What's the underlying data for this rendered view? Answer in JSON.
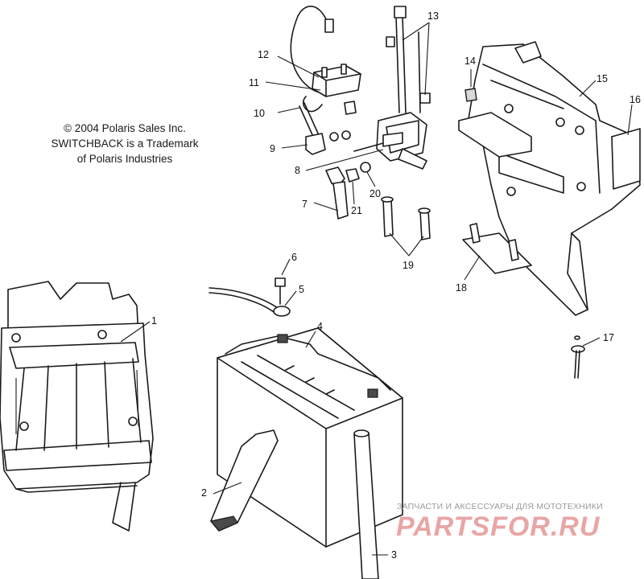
{
  "notice": {
    "line1": "© 2004 Polaris Sales Inc.",
    "line2": "SWITCHBACK is a Trademark",
    "line3": "of Polaris Industries"
  },
  "callouts": [
    "1",
    "2",
    "3",
    "4",
    "5",
    "6",
    "7",
    "8",
    "9",
    "10",
    "11",
    "12",
    "13",
    "14",
    "15",
    "16",
    "17",
    "18",
    "19",
    "20",
    "21"
  ],
  "watermark": {
    "caption": "ЗАПЧАСТИ И АКСЕССУАРЫ ДЛЯ МОТОТЕХНИКИ",
    "logo": "PARTSFOR.RU"
  }
}
